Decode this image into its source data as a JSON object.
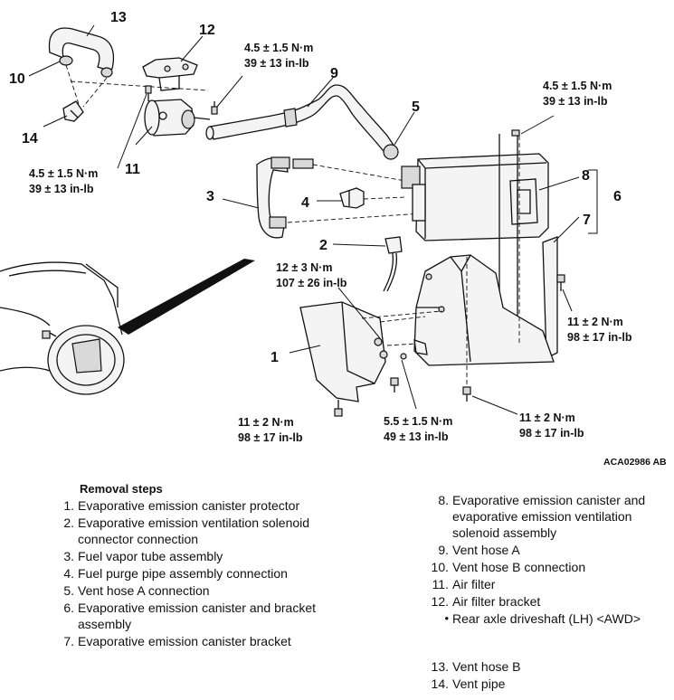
{
  "diagram": {
    "figure_id": "ACA02986 AB",
    "callouts": [
      "1",
      "2",
      "3",
      "4",
      "5",
      "6",
      "7",
      "8",
      "9",
      "10",
      "11",
      "12",
      "13",
      "14"
    ],
    "torques": {
      "t_air_filter_top": [
        "4.5 ± 1.5 N·m",
        "39 ± 13 in-lb"
      ],
      "t_air_filter_left": [
        "4.5 ± 1.5 N·m",
        "39 ± 13 in-lb"
      ],
      "t_canister_top": [
        "4.5 ± 1.5 N·m",
        "39 ± 13 in-lb"
      ],
      "t_protector_mid": [
        "12 ± 3 N·m",
        "107 ± 26 in-lb"
      ],
      "t_bracket_right": [
        "11 ± 2 N·m",
        "98 ± 17 in-lb"
      ],
      "t_protector_bottom": [
        "11 ± 2 N·m",
        "98 ± 17 in-lb"
      ],
      "t_center_bottom": [
        "5.5 ± 1.5 N·m",
        "49 ± 13 in-lb"
      ],
      "t_right_bottom": [
        "11 ± 2 N·m",
        "98 ± 17 in-lb"
      ]
    }
  },
  "removal": {
    "title": "Removal steps",
    "left_steps": [
      {
        "num": "1.",
        "text": "Evaporative emission canister protector"
      },
      {
        "num": "2.",
        "text": "Evaporative emission ventilation solenoid connector connection"
      },
      {
        "num": "3.",
        "text": "Fuel vapor tube assembly"
      },
      {
        "num": "4.",
        "text": "Fuel purge pipe assembly connection"
      },
      {
        "num": "5.",
        "text": "Vent hose A connection"
      },
      {
        "num": "6.",
        "text": "Evaporative emission canister and bracket assembly"
      },
      {
        "num": "7.",
        "text": "Evaporative emission canister bracket"
      }
    ],
    "right_steps": [
      {
        "num": "8.",
        "text": "Evaporative emission canister and evaporative emission ventilation solenoid assembly"
      },
      {
        "num": "9.",
        "text": "Vent hose A"
      },
      {
        "num": "10.",
        "text": "Vent hose B connection"
      },
      {
        "num": "11.",
        "text": "Air filter"
      },
      {
        "num": "12.",
        "text": "Air filter bracket"
      },
      {
        "num": "•",
        "text": "Rear axle driveshaft (LH) <AWD>"
      }
    ],
    "right_steps_2": [
      {
        "num": "13.",
        "text": "Vent hose B"
      },
      {
        "num": "14.",
        "text": "Vent pipe"
      }
    ]
  }
}
